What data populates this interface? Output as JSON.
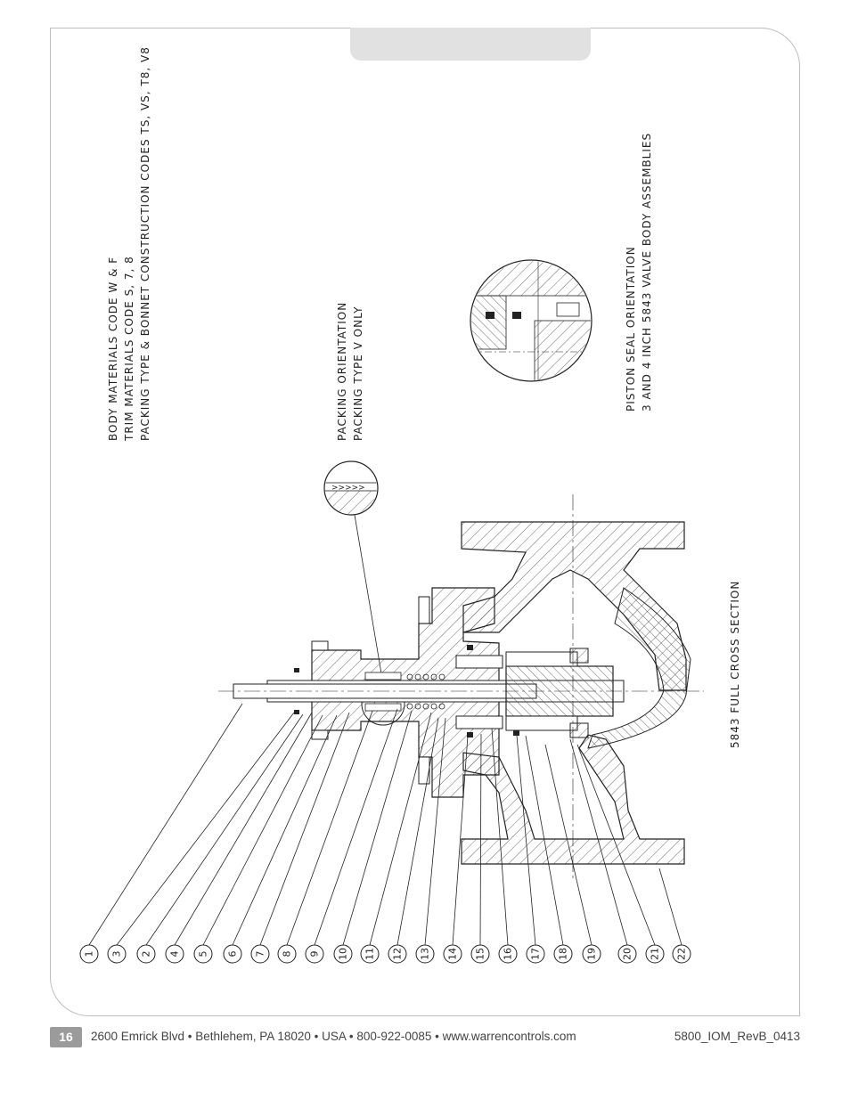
{
  "notes": {
    "body_line1": "BODY MATERIALS CODE W & F",
    "body_line2": "TRIM MATERIALS CODE S, 7, 8",
    "body_line3": "PACKING TYPE & BONNET CONSTRUCTION CODES TS, VS, T8, V8",
    "packing_line1": "PACKING ORIENTATION",
    "packing_line2": "PACKING TYPE V ONLY",
    "piston_line1": "PISTON SEAL ORIENTATION",
    "piston_line2": "3 AND 4 INCH 5843 VALVE BODY ASSEMBLIES",
    "section_title": "5843 FULL CROSS SECTION"
  },
  "callouts": [
    "1",
    "3",
    "2",
    "4",
    "5",
    "6",
    "7",
    "8",
    "9",
    "10",
    "11",
    "12",
    "13",
    "14",
    "15",
    "16",
    "17",
    "18",
    "19",
    "20",
    "21",
    "22"
  ],
  "footer": {
    "page_number": "16",
    "address": "2600 Emrick Blvd • Bethlehem, PA 18020 • USA • 800-922-0085 • www.warrencontrols.com",
    "doc_id": "5800_IOM_RevB_0413"
  }
}
